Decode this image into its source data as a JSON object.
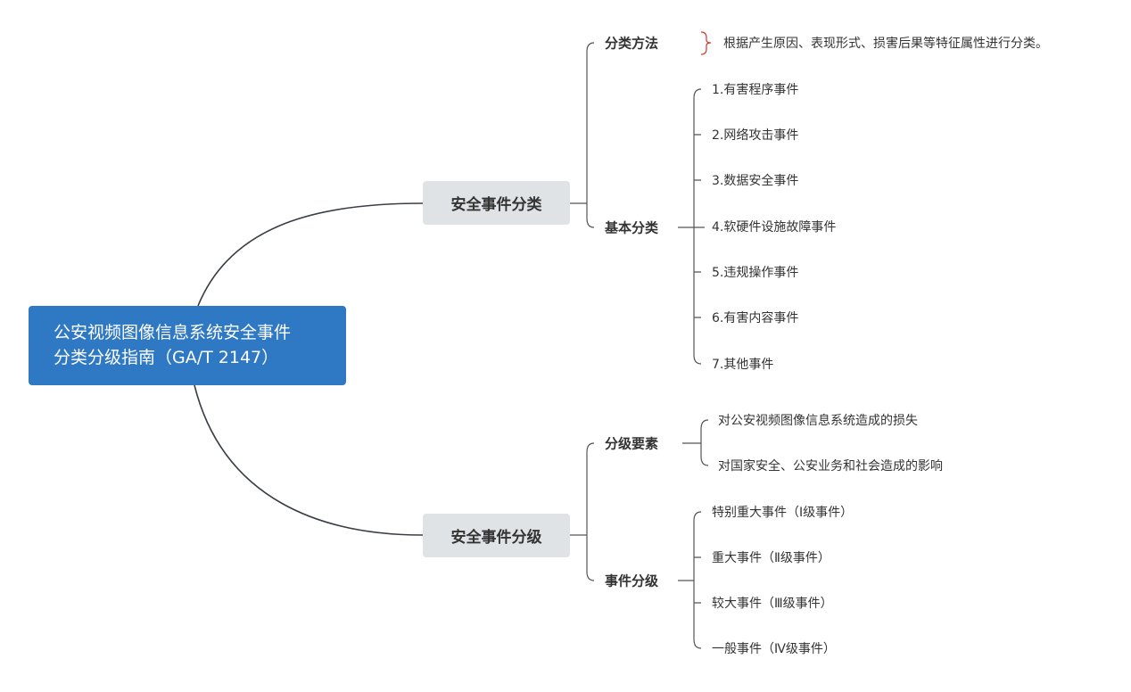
{
  "root": {
    "line1": "公安视频图像信息系统安全事件",
    "line2": "分类分级指南（GA/T 2147）"
  },
  "branches": [
    {
      "label": "安全事件分类",
      "children": [
        {
          "label": "分类方法",
          "note": "根据产生原因、表现形式、损害后果等特征属性进行分类。"
        },
        {
          "label": "基本分类",
          "items": [
            "1.有害程序事件",
            "2.网络攻击事件",
            "3.数据安全事件",
            "4.软硬件设施故障事件",
            "5.违规操作事件",
            "6.有害内容事件",
            "7.其他事件"
          ]
        }
      ]
    },
    {
      "label": "安全事件分级",
      "children": [
        {
          "label": "分级要素",
          "items": [
            "对公安视频图像信息系统造成的损失",
            "对国家安全、公安业务和社会造成的影响"
          ]
        },
        {
          "label": "事件分级",
          "items": [
            "特别重大事件（Ⅰ级事件）",
            "重大事件（Ⅱ级事件）",
            "较大事件（Ⅲ级事件）",
            "一般事件（Ⅳ级事件）"
          ]
        }
      ]
    }
  ],
  "colors": {
    "root": "#2f78c4",
    "branch": "#dfe3e6",
    "line": "#3a3f45",
    "brace": "#d0352b"
  }
}
